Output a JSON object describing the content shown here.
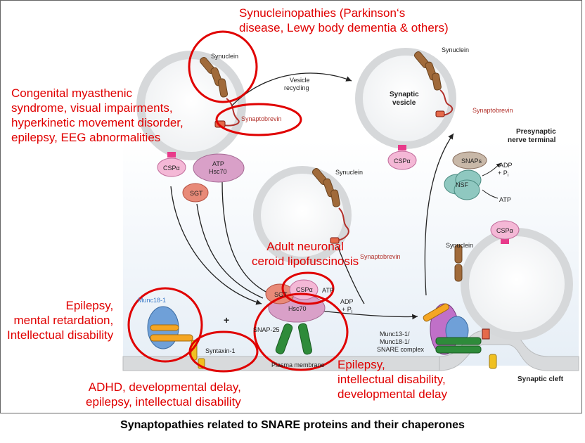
{
  "caption": "Synaptopathies related to SNARE proteins and their chaperones",
  "colors": {
    "annotation": "#e00000",
    "highlight_ring": "#e00000",
    "csp": "#f4b8d6",
    "hsc70": "#d9a0c8",
    "sgt": "#e88a78",
    "synuclein": "#a06a3a",
    "synaptobrevin": "#b2302a",
    "syntaxin": "#2e8b3a",
    "snap25": "#2e8b3a",
    "munc18": "#6fa0d8",
    "nsf": "#8fc8c0"
  },
  "annotations": {
    "synucleinopathies": "Synucleinopathies (Parkinson‘s\ndisease, Lewy body dementia & others)",
    "congenital": "Congenital myasthenic\nsyndrome, visual impairments,\nhyperkinetic movement disorder,\nepilepsy, EEG abnormalities",
    "ncl": "Adult neuronal\nceroid lipofuscinosis",
    "munc18": "Epilepsy,\nmental retardation,\nIntellectual disability",
    "adhd": "ADHD, developmental delay,\nepilepsy, intellectual disability",
    "snap25": "Epilepsy,\nintellectual disability,\ndevelopmental delay"
  },
  "labels": {
    "synuclein_1": "Synuclein",
    "synuclein_2": "Synuclein",
    "synuclein_3": "Synuclein",
    "synuclein_4": "Synuclein",
    "synaptobrevin_1": "Synaptobrevin",
    "synaptobrevin_2": "Synaptobrevin",
    "synaptobrevin_3": "Synaptobrevin",
    "vesicle_recycling_1": "Vesicle",
    "vesicle_recycling_2": "recycling",
    "synaptic_vesicle_1": "Synaptic",
    "synaptic_vesicle_2": "vesicle",
    "presynaptic_1": "Presynaptic",
    "presynaptic_2": "nerve terminal",
    "csp_1": "CSPα",
    "csp_2": "CSPα",
    "csp_3": "CSPα",
    "csp_4": "CSPα",
    "atp_hsc70_1": "ATP",
    "atp_hsc70_2": "Hsc70",
    "sgt_1": "SGT",
    "sgt_2": "SGT",
    "hsc70": "Hsc70",
    "atp_small": "ATP",
    "adp_pi_1": "ADP",
    "adp_pi_2": "+ P",
    "adp_pi_sub": "i",
    "snaps": "SNAPs",
    "nsf": "NSF",
    "adp_right_1": "ADP",
    "adp_right_2": "+ P",
    "adp_right_sub": "i",
    "atp_right": "ATP",
    "munc18_1": "Munc18-1",
    "plus": "+",
    "syntaxin_1": "Syntaxin-1",
    "snap_25": "SNAP-25",
    "plasma_membrane": "Plasma membrane",
    "munc_complex_1": "Munc13-1/",
    "munc_complex_2": "Munc18-1/",
    "munc_complex_3": "SNARE complex",
    "synaptic_cleft": "Synaptic cleft"
  }
}
